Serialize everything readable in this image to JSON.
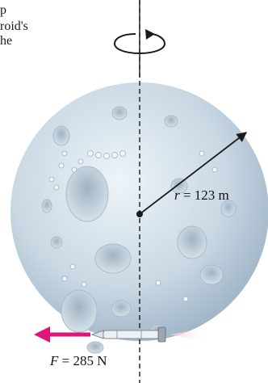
{
  "text_fragments": {
    "line1": "p",
    "line2": "roid's",
    "line3": "he"
  },
  "labels": {
    "radius_symbol": "r",
    "radius_value": " = 123 m",
    "force_symbol": "F",
    "force_value": " = 285 N"
  },
  "icons": {
    "rotation": "rotation-arrow-icon",
    "rocket": "rocket-icon"
  },
  "colors": {
    "force_arrow": "#e0157a",
    "axis": "#1a1a1a",
    "asteroid": "#c9d8e4"
  }
}
